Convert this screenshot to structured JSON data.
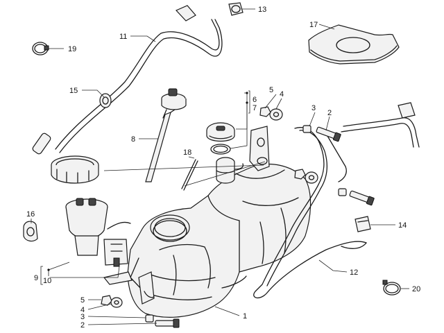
{
  "callouts": {
    "c1": "1",
    "c2a": "2",
    "c2b": "2",
    "c3a": "3",
    "c3b": "3",
    "c4a": "4",
    "c4b": "4",
    "c5a": "5",
    "c5b": "5",
    "c6": "6",
    "c7": "7",
    "c8": "8",
    "c9": "9",
    "c10": "10",
    "c11": "11",
    "c12": "12",
    "c13": "13",
    "c14": "14",
    "c15": "15",
    "c16": "16",
    "c17": "17",
    "c18": "18",
    "c19": "19",
    "c20": "20"
  }
}
